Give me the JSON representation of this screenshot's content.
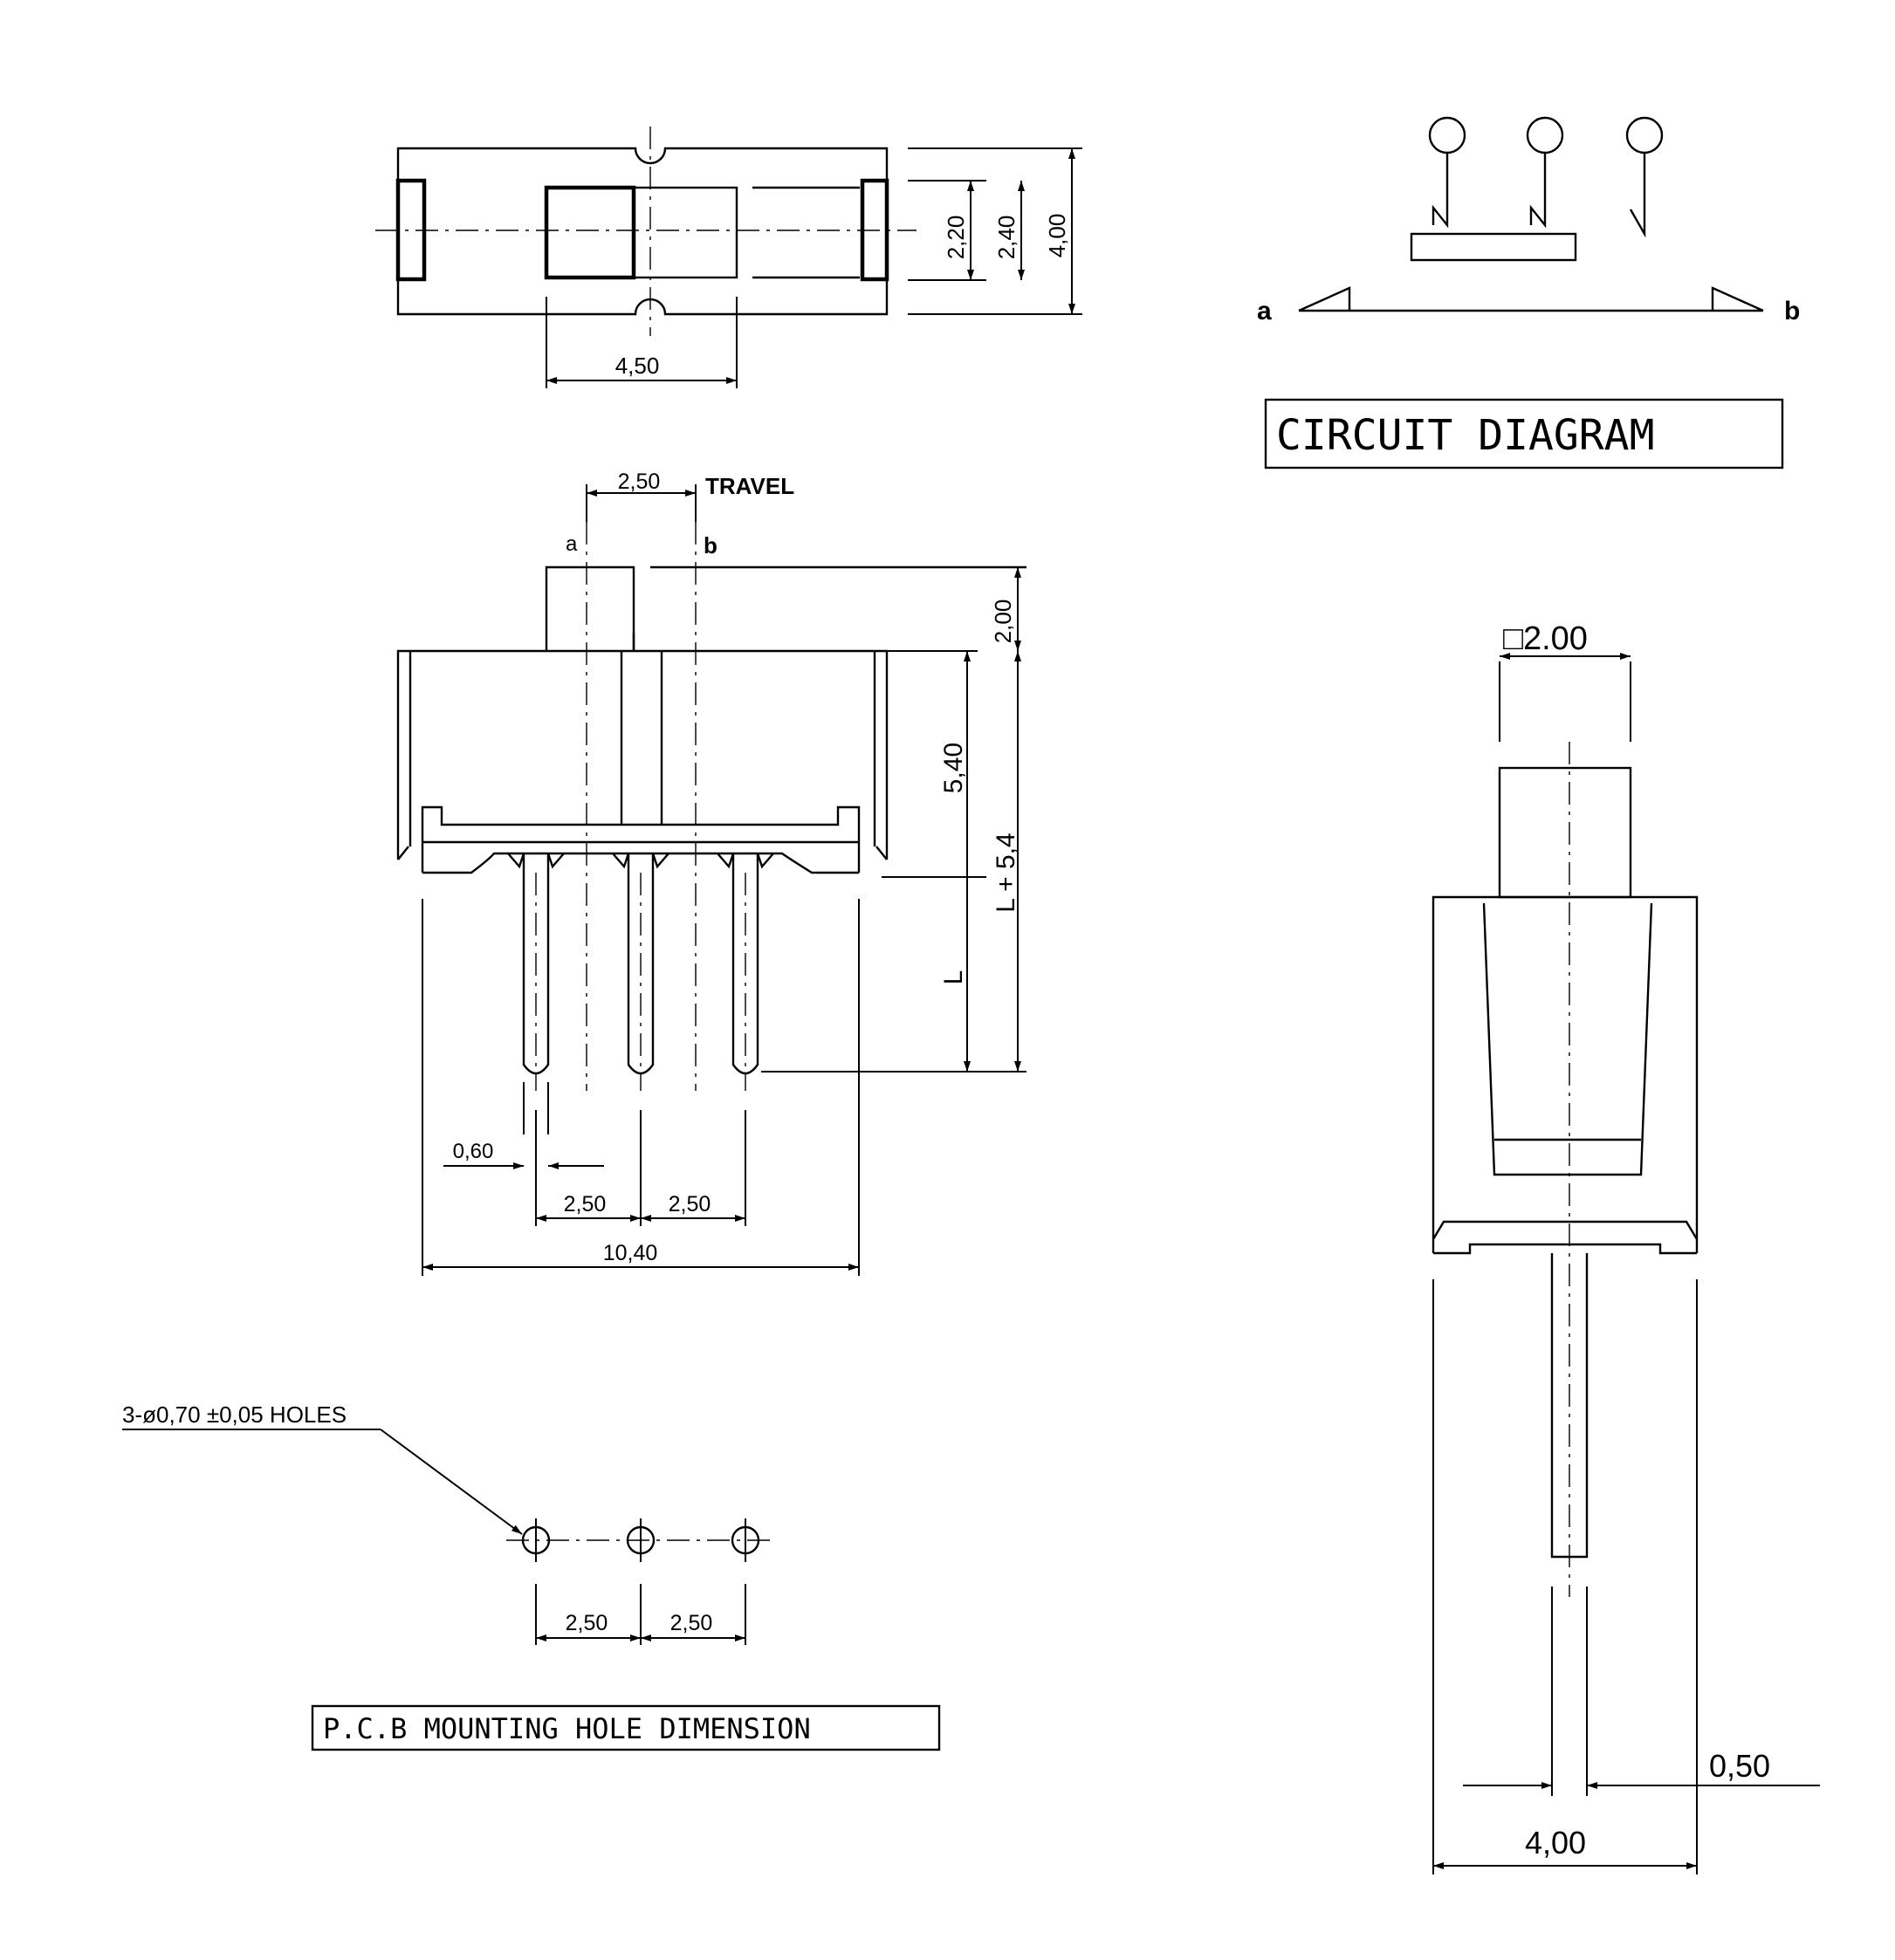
{
  "top_view": {
    "dim_width": "4,50",
    "dim_220": "2,20",
    "dim_240": "2,40",
    "dim_400": "4,00"
  },
  "front_view": {
    "travel_value": "2,50",
    "travel_label": "TRAVEL",
    "pos_a": "a",
    "pos_b": "b",
    "dim_200": "2,00",
    "dim_540": "5,40",
    "dim_l_plus": "L + 5,4",
    "dim_l": "L",
    "dim_pin": "0,60",
    "dim_pitch_1": "2,50",
    "dim_pitch_2": "2,50",
    "dim_total": "10,40"
  },
  "pcb": {
    "holes_label": "3-ø0,70  ±0,05  HOLES",
    "pitch_1": "2,50",
    "pitch_2": "2,50",
    "title": "P.C.B MOUNTING HOLE DIMENSION"
  },
  "circuit": {
    "label_a": "a",
    "label_b": "b",
    "title": "CIRCUIT DIAGRAM"
  },
  "side_view": {
    "dim_square": "□2.00",
    "dim_050": "0,50",
    "dim_400": "4,00"
  }
}
